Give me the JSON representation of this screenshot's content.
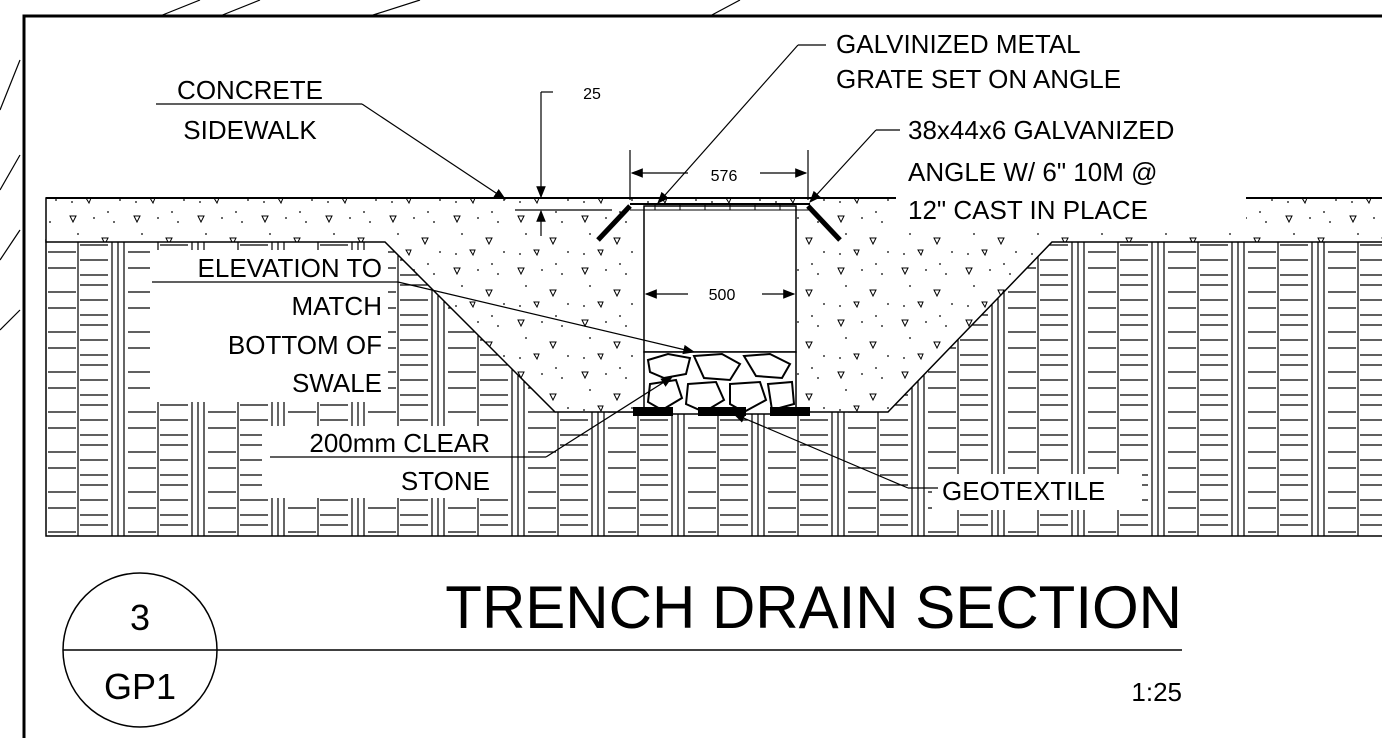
{
  "title": "TRENCH DRAIN SECTION",
  "scale": "1:25",
  "detail_number": "3",
  "sheet": "GP1",
  "labels": {
    "concrete_sidewalk": [
      "CONCRETE",
      "SIDEWALK"
    ],
    "grate": [
      "GALVINIZED METAL",
      "GRATE SET ON ANGLE"
    ],
    "angle": [
      "38x44x6 GALVANIZED",
      "ANGLE W/ 6\" 10M @",
      "12\" CAST IN PLACE"
    ],
    "elevation": [
      "ELEVATION TO",
      "MATCH",
      "BOTTOM OF",
      "SWALE"
    ],
    "stone": [
      "200mm CLEAR",
      "STONE"
    ],
    "geotextile": "GEOTEXTILE"
  },
  "dimensions": {
    "top_offset": "25",
    "grate_width": "576",
    "channel_width": "500"
  },
  "colors": {
    "line": "#000000",
    "background": "#ffffff"
  }
}
